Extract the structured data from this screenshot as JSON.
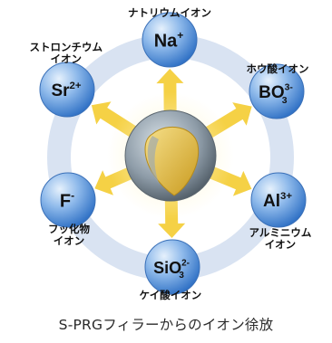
{
  "caption": "S-PRGフィラーからのイオン徐放",
  "ions": [
    {
      "id": "na",
      "formula": "Na",
      "charge": "+",
      "label_lines": [
        "ナトリウムイオン"
      ]
    },
    {
      "id": "bo3",
      "formula": "BO",
      "subscript": "3",
      "charge": "3-",
      "label_lines": [
        "ホウ酸イオン"
      ]
    },
    {
      "id": "al",
      "formula": "Al",
      "charge": "3+",
      "label_lines": [
        "アルミニウム",
        "イオン"
      ]
    },
    {
      "id": "sio3",
      "formula": "SiO",
      "subscript": "3",
      "charge": "2-",
      "label_lines": [
        "ケイ酸イオン"
      ]
    },
    {
      "id": "f",
      "formula": "F",
      "charge": "-",
      "label_lines": [
        "フッ化物",
        "イオン"
      ]
    },
    {
      "id": "sr",
      "formula": "Sr",
      "charge": "2+",
      "label_lines": [
        "ストロンチウム",
        "イオン"
      ]
    }
  ],
  "colors": {
    "ring": "#d7e1f1",
    "bubble_light": "#cfe3f8",
    "bubble_dark": "#2d6fc4",
    "arrow": "#f4cd35",
    "core_glass": "#8ea0ad",
    "core_gold": "#e8c54a",
    "text": "#1a1a1a"
  }
}
